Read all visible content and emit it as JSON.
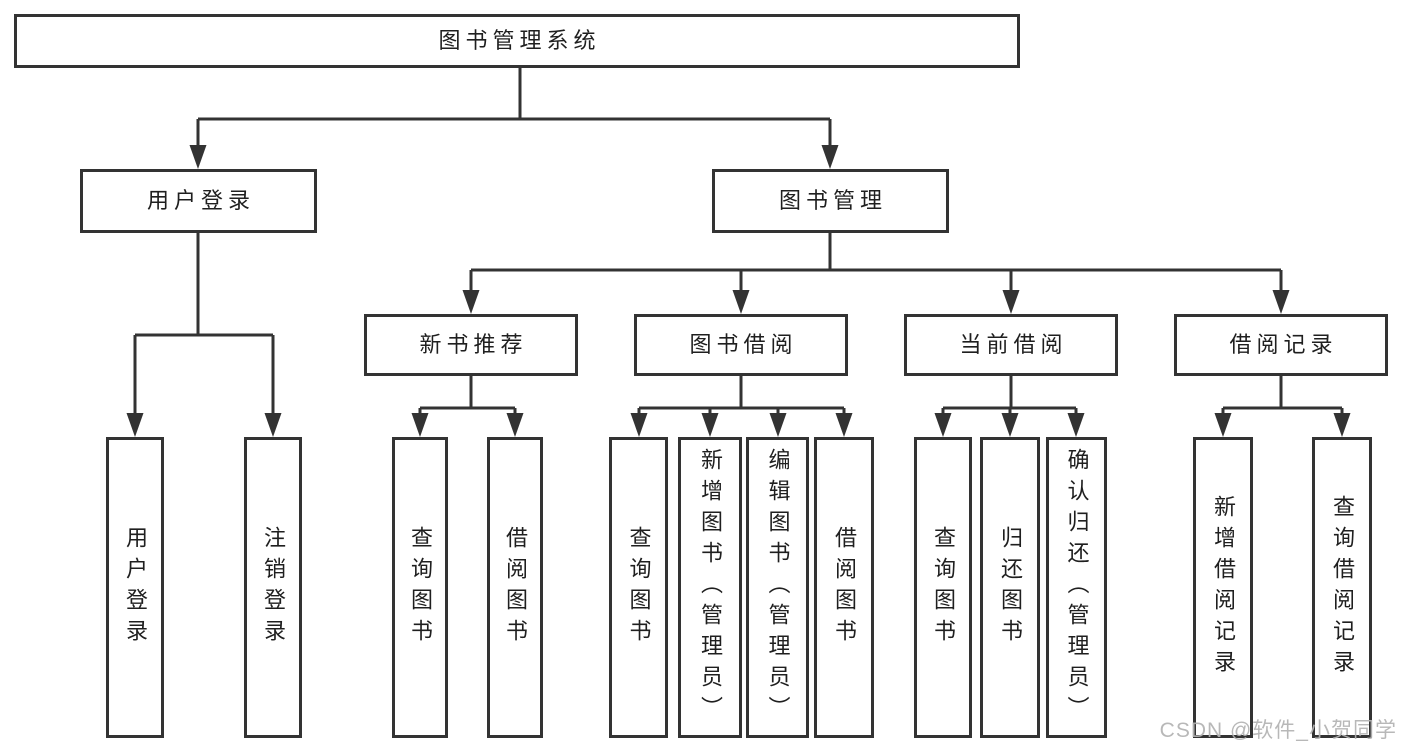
{
  "title": "图书管理系统",
  "tree": {
    "label": "图书管理系统",
    "children": [
      {
        "label": "用户登录",
        "children": [
          {
            "label": "用户登录"
          },
          {
            "label": "注销登录"
          }
        ]
      },
      {
        "label": "图书管理",
        "children": [
          {
            "label": "新书推荐",
            "children": [
              {
                "label": "查询图书"
              },
              {
                "label": "借阅图书"
              }
            ]
          },
          {
            "label": "图书借阅",
            "children": [
              {
                "label": "查询图书"
              },
              {
                "label": "新增图书（管理员）"
              },
              {
                "label": "编辑图书（管理员）"
              },
              {
                "label": "借阅图书"
              }
            ]
          },
          {
            "label": "当前借阅",
            "children": [
              {
                "label": "查询图书"
              },
              {
                "label": "归还图书"
              },
              {
                "label": "确认归还（管理员）"
              }
            ]
          },
          {
            "label": "借阅记录",
            "children": [
              {
                "label": "新增借阅记录"
              },
              {
                "label": "查询借阅记录"
              }
            ]
          }
        ]
      }
    ]
  },
  "watermark": "CSDN @软件_小贺同学",
  "colors": {
    "line": "#333333",
    "box_border": "#333333",
    "box_fill": "#ffffff",
    "text": "#1f1f1f",
    "watermark": "#b3b3b3",
    "background": "#ffffff"
  }
}
